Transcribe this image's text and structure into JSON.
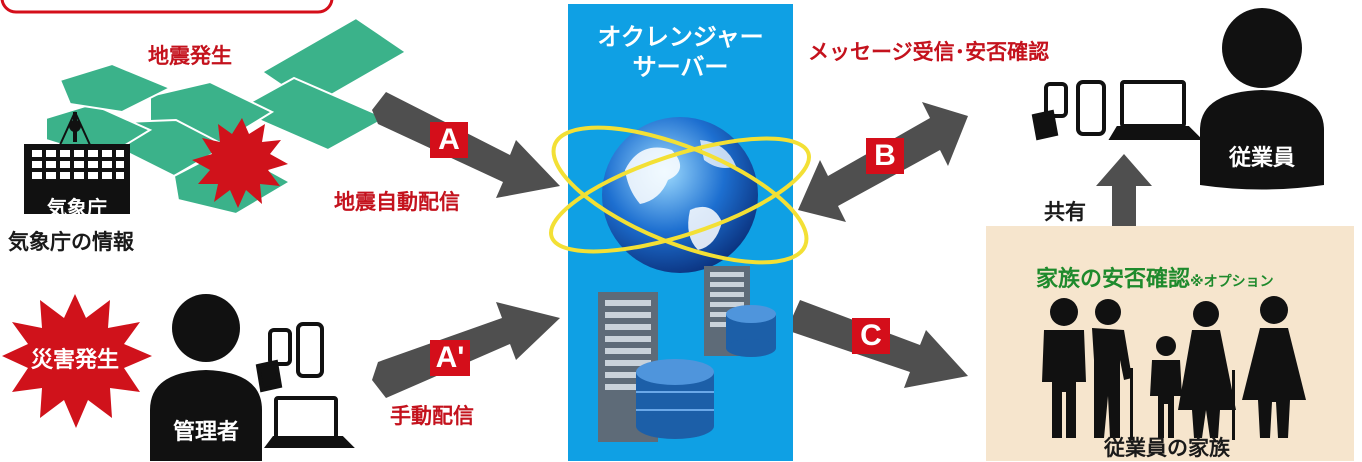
{
  "server": {
    "title_line1": "オクレンジャー",
    "title_line2": "サーバー"
  },
  "jma": {
    "building_label": "気象庁",
    "info_label": "気象庁の情報",
    "earthquake_label": "地震発生"
  },
  "admin": {
    "disaster_label": "災害発生",
    "admin_label": "管理者"
  },
  "flows": {
    "a": {
      "badge": "A",
      "label": "地震自動配信"
    },
    "a_prime": {
      "badge": "A'",
      "label": "手動配信"
    },
    "b": {
      "badge": "B",
      "label": "メッセージ受信･安否確認"
    },
    "c": {
      "badge": "C",
      "label": ""
    }
  },
  "employee": {
    "label": "従業員",
    "share_label": "共有"
  },
  "family": {
    "title": "家族の安否確認",
    "option_note": "※オプション",
    "caption": "従業員の家族"
  },
  "colors": {
    "server_bg": "#0fa0e4",
    "map_green": "#3bb28a",
    "arrow_gray": "#4f4f4f",
    "badge_red": "#d40e1a",
    "family_panel_bg": "#f6e5cd",
    "label_red": "#c4121d",
    "family_green": "#1e8a2c"
  }
}
